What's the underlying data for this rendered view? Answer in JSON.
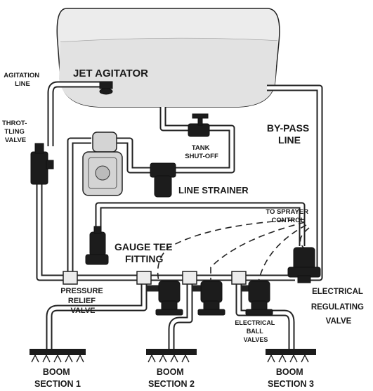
{
  "diagram": {
    "labels": {
      "jet_agitator": "JET AGITATOR",
      "agitation_line": [
        "AGITATION",
        "LINE"
      ],
      "throttling_valve": [
        "THROT-",
        "TLING",
        "VALVE"
      ],
      "bypass_line": [
        "BY-PASS",
        "LINE"
      ],
      "tank_shutoff": [
        "TANK",
        "SHUT-OFF"
      ],
      "line_strainer": "LINE STRAINER",
      "to_sprayer_control": [
        "TO SPRAYER",
        "CONTROL"
      ],
      "gauge_tee_fitting": [
        "GAUGE TEE",
        "FITTING"
      ],
      "pressure_relief_valve": [
        "PRESSURE",
        "RELIEF",
        "VALVE"
      ],
      "electrical_regulating_valve": [
        "ELECTRICAL",
        "REGULATING",
        "VALVE"
      ],
      "electrical_ball_valves": [
        "ELECTRICAL",
        "BALL",
        "VALVES"
      ],
      "boom_section_1": [
        "BOOM",
        "SECTION 1"
      ],
      "boom_section_2": [
        "BOOM",
        "SECTION 2"
      ],
      "boom_section_3": [
        "BOOM",
        "SECTION 3"
      ]
    },
    "colors": {
      "line": "#222222",
      "fill_dark": "#1c1c1c",
      "fill_light": "#ececec",
      "background": "#ffffff"
    }
  }
}
